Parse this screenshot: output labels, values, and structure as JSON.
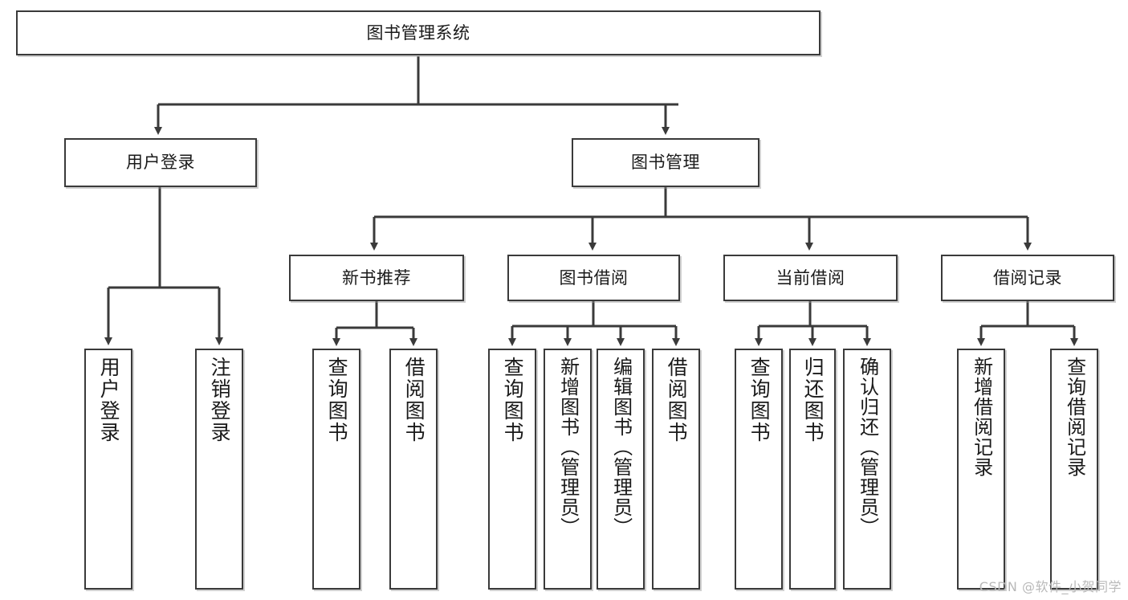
{
  "diagram": {
    "title": "图书管理系统",
    "watermark": "CSDN @软件_小贺同学",
    "root": {
      "label": "图书管理系统"
    },
    "level1": [
      {
        "label": "用户登录"
      },
      {
        "label": "图书管理"
      }
    ],
    "level2": [
      {
        "label": "新书推荐"
      },
      {
        "label": "图书借阅"
      },
      {
        "label": "当前借阅"
      },
      {
        "label": "借阅记录"
      }
    ],
    "leaves": {
      "user_login": [
        {
          "label": "用户登录"
        },
        {
          "label": "注销登录"
        }
      ],
      "new_book_recommend": [
        {
          "label": "查询图书"
        },
        {
          "label": "借阅图书"
        }
      ],
      "book_borrow": [
        {
          "label": "查询图书"
        },
        {
          "label": "新增图书（管理员）"
        },
        {
          "label": "编辑图书（管理员）"
        },
        {
          "label": "借阅图书"
        }
      ],
      "current_borrow": [
        {
          "label": "查询图书"
        },
        {
          "label": "归还图书"
        },
        {
          "label": "确认归还（管理员）"
        }
      ],
      "borrow_record": [
        {
          "label": "新增借阅记录"
        },
        {
          "label": "查询借阅记录"
        }
      ]
    },
    "colors": {
      "stroke": "#3a3a3a",
      "fill": "#ffffff",
      "text": "#1a1a1a",
      "watermark": "#b9b9b9"
    }
  }
}
